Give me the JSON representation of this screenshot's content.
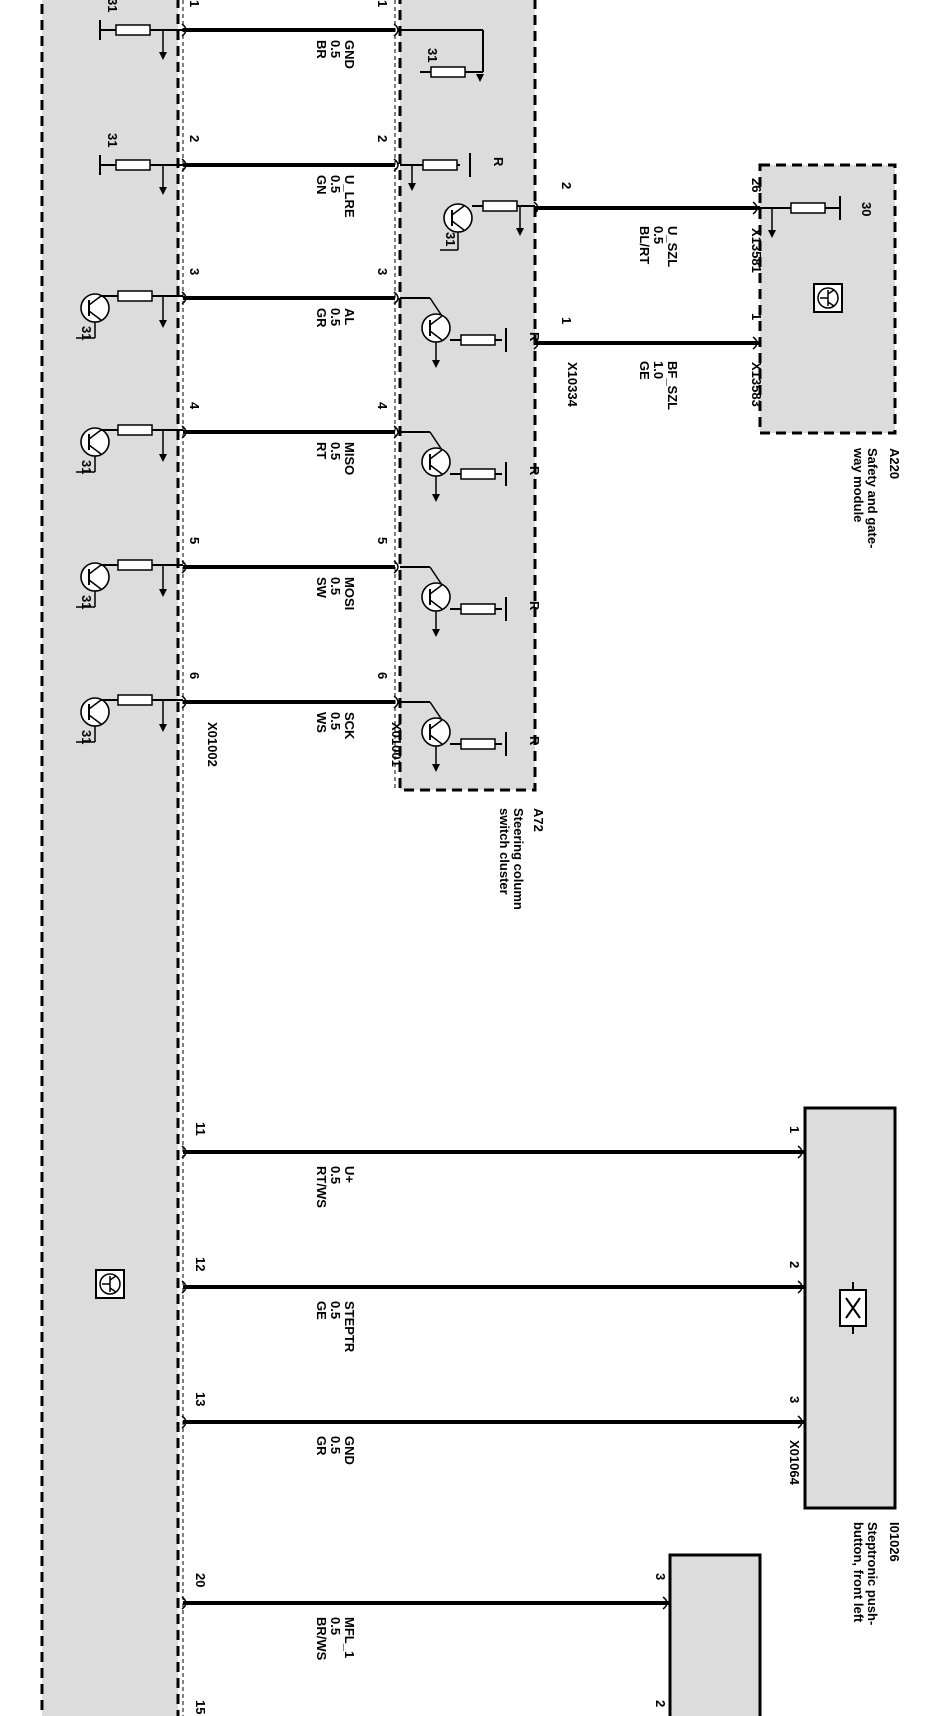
{
  "modules": {
    "left": {
      "connector": "X01002"
    },
    "a72": {
      "id": "A72",
      "name_lines": [
        "Steering column",
        "switch cluster"
      ],
      "connector": "X01001",
      "out_connector": "X10334"
    },
    "a220": {
      "id": "A220",
      "name_lines": [
        "Safety and gate-",
        "way module"
      ],
      "connectors": [
        "X13581",
        "X13583"
      ],
      "supply": "30"
    },
    "i01026": {
      "id": "I01026",
      "name_lines": [
        "Steptronic push-",
        "button, front left"
      ],
      "connector": "X01064"
    }
  },
  "ground_label": "31",
  "resistor_tag": "R",
  "wires_a72": [
    {
      "pin": "1",
      "signal": "GND",
      "size": "0.5",
      "color": "BR"
    },
    {
      "pin": "2",
      "signal": "U_LRE",
      "size": "0.5",
      "color": "GN"
    },
    {
      "pin": "3",
      "signal": "AL",
      "size": "0.5",
      "color": "GR"
    },
    {
      "pin": "4",
      "signal": "MISO",
      "size": "0.5",
      "color": "RT"
    },
    {
      "pin": "5",
      "signal": "MOSI",
      "size": "0.5",
      "color": "SW"
    },
    {
      "pin": "6",
      "signal": "SCK",
      "size": "0.5",
      "color": "WS"
    }
  ],
  "wires_a220": [
    {
      "pin_a72": "2",
      "pin_a220": "26",
      "signal": "U_SZL",
      "size": "0.5",
      "color": "BL/RT"
    },
    {
      "pin_a72": "1",
      "pin_a220": "1",
      "signal": "BF_SZL",
      "size": "1.0",
      "color": "GE"
    }
  ],
  "wires_i01026": [
    {
      "pin_left": "11",
      "pin_right": "1",
      "signal": "U+",
      "size": "0.5",
      "color": "RT/WS"
    },
    {
      "pin_left": "12",
      "pin_right": "2",
      "signal": "STEPTR",
      "size": "0.5",
      "color": "GE"
    },
    {
      "pin_left": "13",
      "pin_right": "3",
      "signal": "GND",
      "size": "0.5",
      "color": "GR"
    }
  ],
  "wire_bottom": {
    "pin_left": "20",
    "pin_right": "3",
    "signal": "MFL_1",
    "size": "0.5",
    "color": "BR/WS"
  },
  "partial_pins": {
    "left": "15",
    "right": "2"
  }
}
